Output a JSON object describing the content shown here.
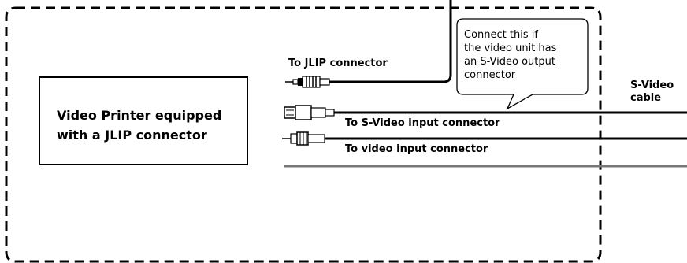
{
  "printer_box": {
    "line1": "Video Printer equipped",
    "line2": "with a JLIP connector"
  },
  "labels": {
    "jlip_connector": "To JLIP connector",
    "svideo_input": "To S-Video input connector",
    "video_input": "To video input connector",
    "svideo_cable_line1": "S-Video",
    "svideo_cable_line2": "cable"
  },
  "callout": {
    "line1": "Connect this if",
    "line2": "the video unit has",
    "line3": "an S-Video output",
    "line4": "connector"
  }
}
